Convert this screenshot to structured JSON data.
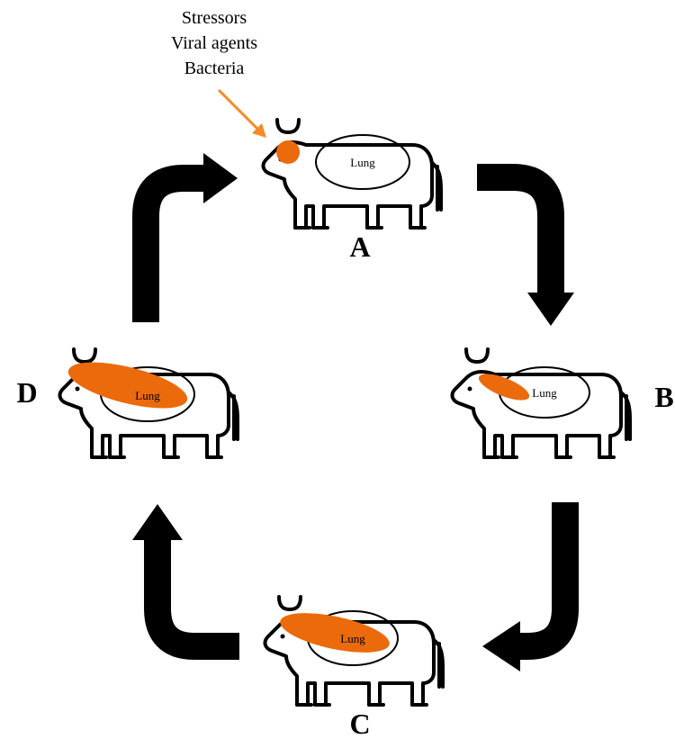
{
  "cause_labels": [
    "Stressors",
    "Viral agents",
    "Bacteria"
  ],
  "lung_label": "Lung",
  "stages": [
    {
      "id": "A",
      "label": "A"
    },
    {
      "id": "B",
      "label": "B"
    },
    {
      "id": "C",
      "label": "C"
    },
    {
      "id": "D",
      "label": "D"
    }
  ],
  "colors": {
    "infection": "#EB6A0C",
    "cause_arrow": "#F28C28",
    "outline": "#000000",
    "background": "#FFFFFF"
  }
}
